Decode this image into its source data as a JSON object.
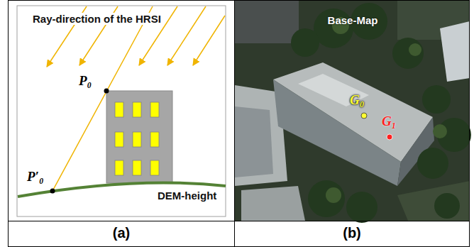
{
  "diagram": {
    "labels": [
      "Ray-direction of the HRSI",
      "P₀",
      "P′₀",
      "DEM-height",
      "Base-Map",
      "G₀",
      "G₁",
      "(a)",
      "(b)"
    ]
  }
}
